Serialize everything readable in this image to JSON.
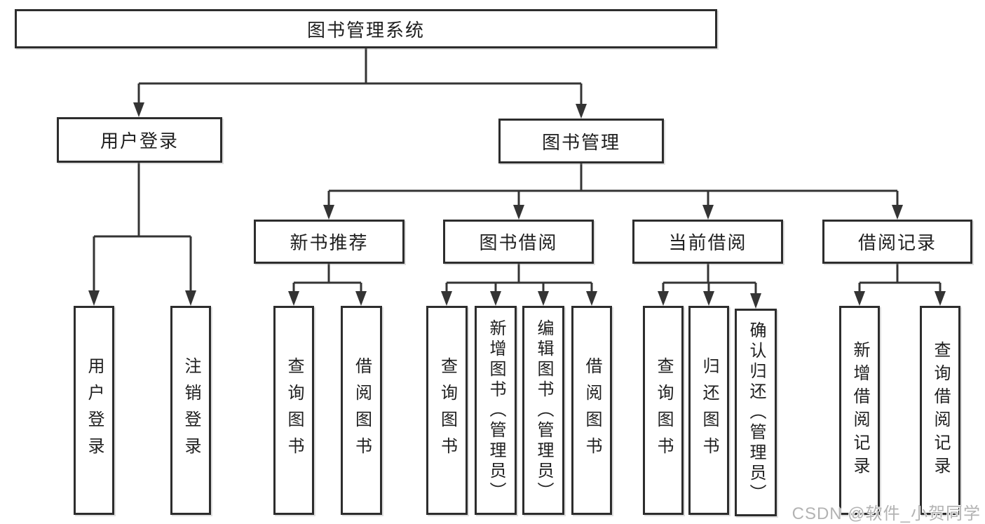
{
  "diagram": {
    "root": "图书管理系统",
    "level2": {
      "user_login": "用户登录",
      "book_management": "图书管理"
    },
    "level3": [
      "新书推荐",
      "图书借阅",
      "当前借阅",
      "借阅记录"
    ],
    "leaves": {
      "login": [
        "用户登录",
        "注销登录"
      ],
      "recommend": [
        "查询图书",
        "借阅图书"
      ],
      "borrow": [
        "查询图书",
        "新增图书（管理员）",
        "编辑图书（管理员）",
        "借阅图书"
      ],
      "current": [
        "查询图书",
        "归还图书",
        "确认归还（管理员）"
      ],
      "records": [
        "新增借阅记录",
        "查询借阅记录"
      ]
    },
    "watermark": "CSDN @软件_小贺同学",
    "colors": {
      "background": "#ffffff",
      "line": "#343434",
      "box_border": "#2d2d2d",
      "text": "#1f1f1f",
      "watermark": "#b3b3b3"
    }
  }
}
